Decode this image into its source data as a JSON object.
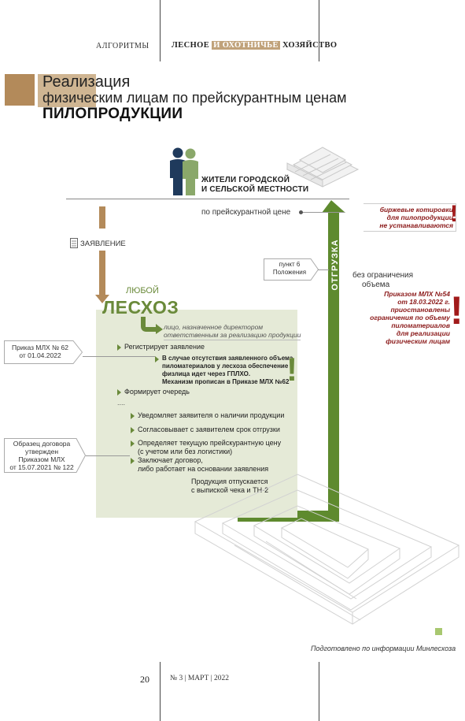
{
  "header": {
    "section": "АЛГОРИТМЫ",
    "magazine_pre": "ЛЕСНОЕ",
    "magazine_hl": "И ОХОТНИЧЬЕ",
    "magazine_post": "ХОЗЯЙСТВО"
  },
  "title": {
    "line1": "Реализация",
    "line2": "физическим лицам по прейскурантным ценам",
    "line3": "ПИЛОПРОДУКЦИИ"
  },
  "residents": {
    "line1": "ЖИТЕЛИ ГОРОДСКОЙ",
    "line2": "И СЕЛЬСКОЙ МЕСТНОСТИ"
  },
  "price_label": "по прейскурантной цене",
  "exchange_note": {
    "line1": "биржевые котировки",
    "line2": "для пилопродукции",
    "line3": "не устанавливаются"
  },
  "application_label": "ЗАЯВЛЕНИЕ",
  "shipment_label": "ОТГРУЗКА",
  "clause_tag": {
    "line1": "пункт 6",
    "line2": "Положения"
  },
  "no_limit": {
    "line1": "без ограничения",
    "line2": "объема"
  },
  "order54_note": {
    "lines": [
      "Приказом МЛХ №54",
      "от 18.03.2022 г.",
      "приостановлены",
      "ограничения по объему",
      "пиломатериалов",
      "для реализации",
      "физическим лицам"
    ]
  },
  "leskhoz": {
    "any": "ЛЮБОЙ",
    "name": "ЛЕСХОЗ",
    "person_line1": "лицо, назначенное директором",
    "person_line2": "ответственным за реализацию продукции"
  },
  "order62_tag": {
    "line1": "Приказ МЛХ № 62",
    "line2": "от 01.04.2022"
  },
  "contract_tag": {
    "lines": [
      "Образец договора",
      "утвержден",
      "Приказом МЛХ",
      "от 15.07.2021 № 122"
    ]
  },
  "steps": {
    "register": "Регистрирует заявление",
    "note_lines": [
      "В случае отсутствия заявленного объема",
      "пиломатериалов у лесхоза обеспечение",
      "физлица идет через ГПЛХО.",
      "Механизм прописан в Приказе МЛХ №62"
    ],
    "queue": "Формирует очередь",
    "dots": "....",
    "notify": "Уведомляет заявителя о наличии продукции",
    "agree": "Согласовывает с заявителем срок отгрузки",
    "price_l1": "Определяет текущую прейскурантную цену",
    "price_l2": "(с учетом или без логистики)",
    "contract_l1": "Заключает договор,",
    "contract_l2": "либо работает на основании заявления",
    "release_l1": "Продукция отпускается",
    "release_l2": "с выпиской чека и ТН-2"
  },
  "footer": {
    "source": "Подготовлено по информации Минлесхоза",
    "page": "20",
    "issue": "№ 3 | МАРТ | 2022"
  },
  "colors": {
    "brown": "#b38a5a",
    "green": "#5e8a2e",
    "dark_red": "#8b1a1a",
    "navy": "#1f3a5c"
  }
}
